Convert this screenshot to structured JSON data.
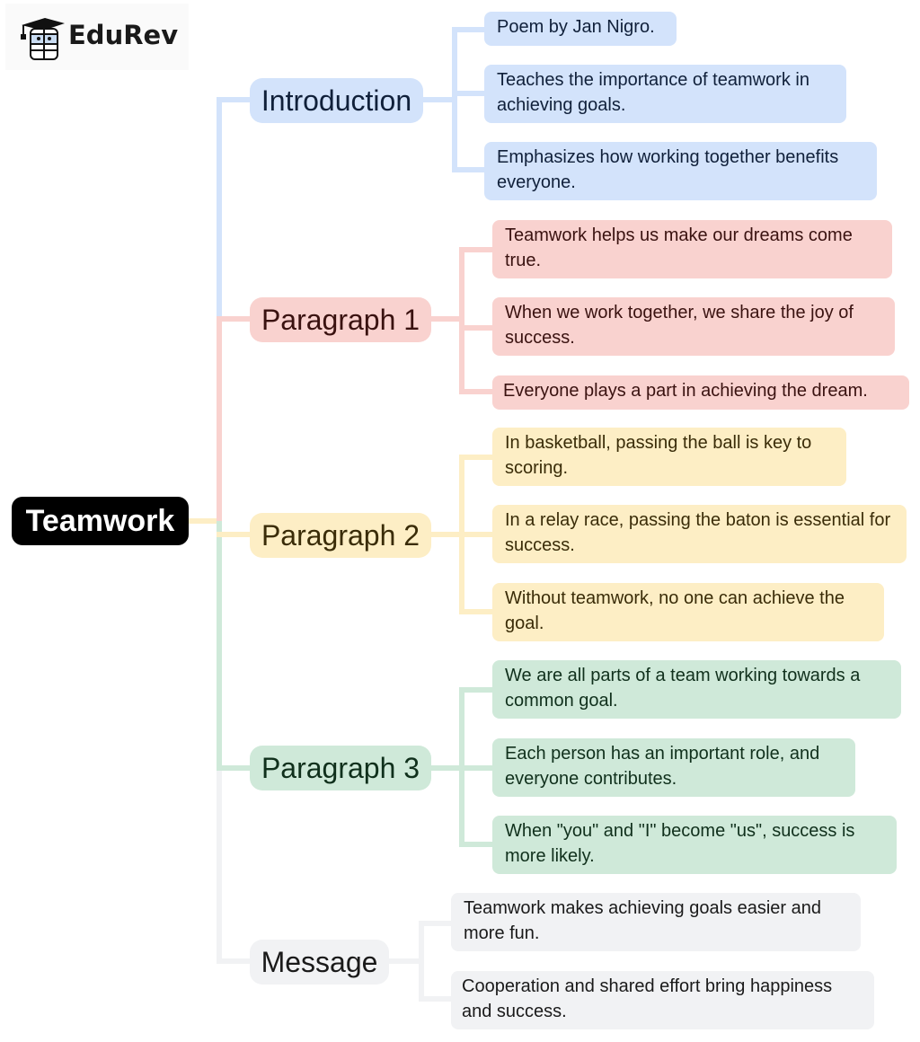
{
  "logo": {
    "text": "EduRev",
    "icon": "graduation-cap-mascot-icon"
  },
  "root": {
    "label": "Teamwork"
  },
  "colors": {
    "introduction": "#d3e3fb",
    "paragraph1": "#f9d2cf",
    "paragraph2": "#fdeec5",
    "paragraph3": "#cfe9d9",
    "message": "#f1f2f4",
    "root": "#000000"
  },
  "branches": [
    {
      "label": "Introduction",
      "children": [
        "Poem by Jan Nigro.",
        "Teaches the importance of teamwork in achieving goals.",
        "Emphasizes how working together benefits everyone."
      ]
    },
    {
      "label": "Paragraph 1",
      "children": [
        "Teamwork helps us make our dreams come true.",
        "When we work together, we share the joy of success.",
        "Everyone plays a part in achieving the dream."
      ]
    },
    {
      "label": "Paragraph 2",
      "children": [
        "In basketball, passing the ball is key to scoring.",
        "In a relay race, passing the baton is essential for success.",
        "Without teamwork, no one can achieve the goal."
      ]
    },
    {
      "label": "Paragraph 3",
      "children": [
        "We are all parts of a team working towards a common goal.",
        "Each person has an important role, and everyone contributes.",
        "When \"you\" and \"I\" become \"us\", success is more likely."
      ]
    },
    {
      "label": "Message",
      "children": [
        "Teamwork makes achieving goals easier and more fun.",
        "Cooperation and shared effort bring happiness and success."
      ]
    }
  ]
}
